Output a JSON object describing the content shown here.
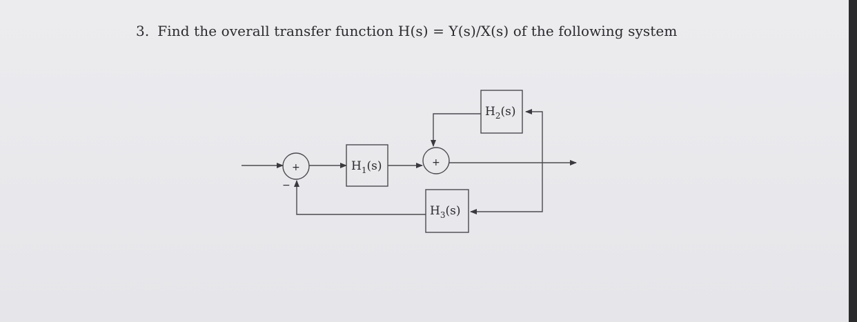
{
  "question": {
    "number": "3.",
    "text": "Find the overall transfer function H(s) = Y(s)/X(s) of the following system"
  },
  "diagram": {
    "blocks": [
      {
        "id": "h1",
        "base": "H",
        "sub": "1",
        "tail": "(s)"
      },
      {
        "id": "h2",
        "base": "H",
        "sub": "2",
        "tail": "(s)"
      },
      {
        "id": "h3",
        "base": "H",
        "sub": "3",
        "tail": "(s)"
      }
    ],
    "summing_junctions": [
      {
        "id": "sum1",
        "sign_main": "+",
        "sign_feedback": "−"
      },
      {
        "id": "sum2",
        "sign_main": "+"
      }
    ]
  }
}
